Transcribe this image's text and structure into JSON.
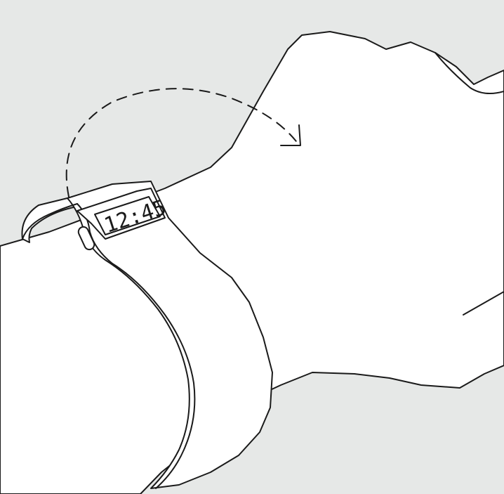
{
  "illustration": {
    "subject": "fitness-band-on-wrist",
    "display_time": "12:45",
    "gesture": "raise-wrist-arrow",
    "colors": {
      "background": "#e6e8e7",
      "line": "#1a1a1a",
      "fill": "#ffffff"
    }
  }
}
